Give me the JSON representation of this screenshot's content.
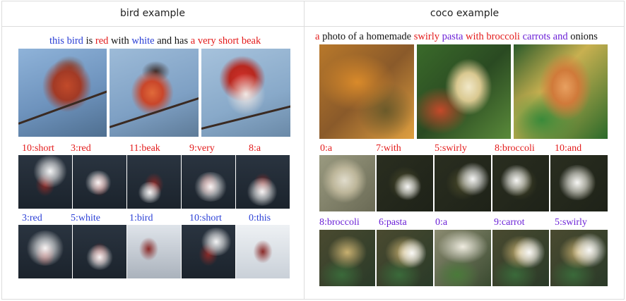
{
  "headers": {
    "bird": "bird example",
    "coco": "coco example"
  },
  "bird": {
    "caption": [
      {
        "text": "this bird",
        "color": "blue"
      },
      {
        "text": " is ",
        "color": "black"
      },
      {
        "text": "red",
        "color": "red"
      },
      {
        "text": " with ",
        "color": "black"
      },
      {
        "text": "white",
        "color": "blue"
      },
      {
        "text": " and has ",
        "color": "black"
      },
      {
        "text": "a very short beak",
        "color": "red"
      }
    ],
    "row1_labels": [
      "10:short",
      "3:red",
      "11:beak",
      "9:very",
      "8:a"
    ],
    "row2_labels": [
      "3:red",
      "5:white",
      "1:bird",
      "10:short",
      "0:this"
    ]
  },
  "coco": {
    "caption": [
      {
        "text": "a",
        "color": "red"
      },
      {
        "text": " photo of a homemade ",
        "color": "black"
      },
      {
        "text": "swirly",
        "color": "red"
      },
      {
        "text": " ",
        "color": "black"
      },
      {
        "text": "pasta",
        "color": "purple"
      },
      {
        "text": " ",
        "color": "black"
      },
      {
        "text": "with broccoli",
        "color": "red"
      },
      {
        "text": " ",
        "color": "black"
      },
      {
        "text": "carrots and",
        "color": "purple"
      },
      {
        "text": " onions",
        "color": "black"
      }
    ],
    "row1_labels": [
      "0:a",
      "7:with",
      "5:swirly",
      "8:broccoli",
      "10:and"
    ],
    "row2_labels": [
      "8:broccoli",
      "6:pasta",
      "0:a",
      "9:carrot",
      "5:swirly"
    ]
  },
  "colors": {
    "red": "#e31b1b",
    "blue": "#2a3fd6",
    "purple": "#6a1fd6",
    "black": "#111111"
  }
}
